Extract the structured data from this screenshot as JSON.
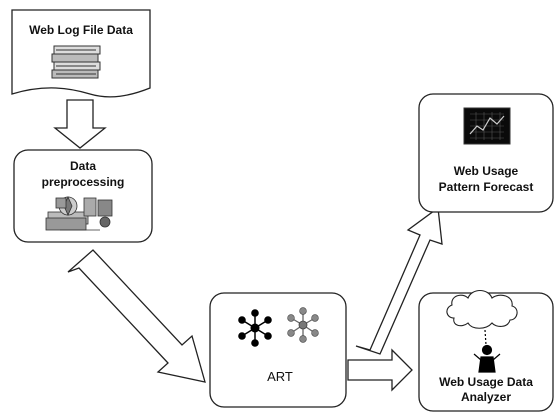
{
  "diagram": {
    "nodes": {
      "web_log": {
        "label": "Web Log File Data"
      },
      "preprocessing": {
        "label_lines": [
          "Data",
          "preprocessing"
        ]
      },
      "art": {
        "label": "ART"
      },
      "forecast": {
        "label_lines": [
          "Web Usage",
          "Pattern Forecast"
        ]
      },
      "analyzer": {
        "label_lines": [
          "Web Usage Data",
          "Analyzer"
        ]
      }
    },
    "edges": [
      {
        "from": "web_log",
        "to": "preprocessing"
      },
      {
        "from": "preprocessing",
        "to": "art"
      },
      {
        "from": "art",
        "to": "forecast"
      },
      {
        "from": "art",
        "to": "analyzer"
      }
    ]
  }
}
